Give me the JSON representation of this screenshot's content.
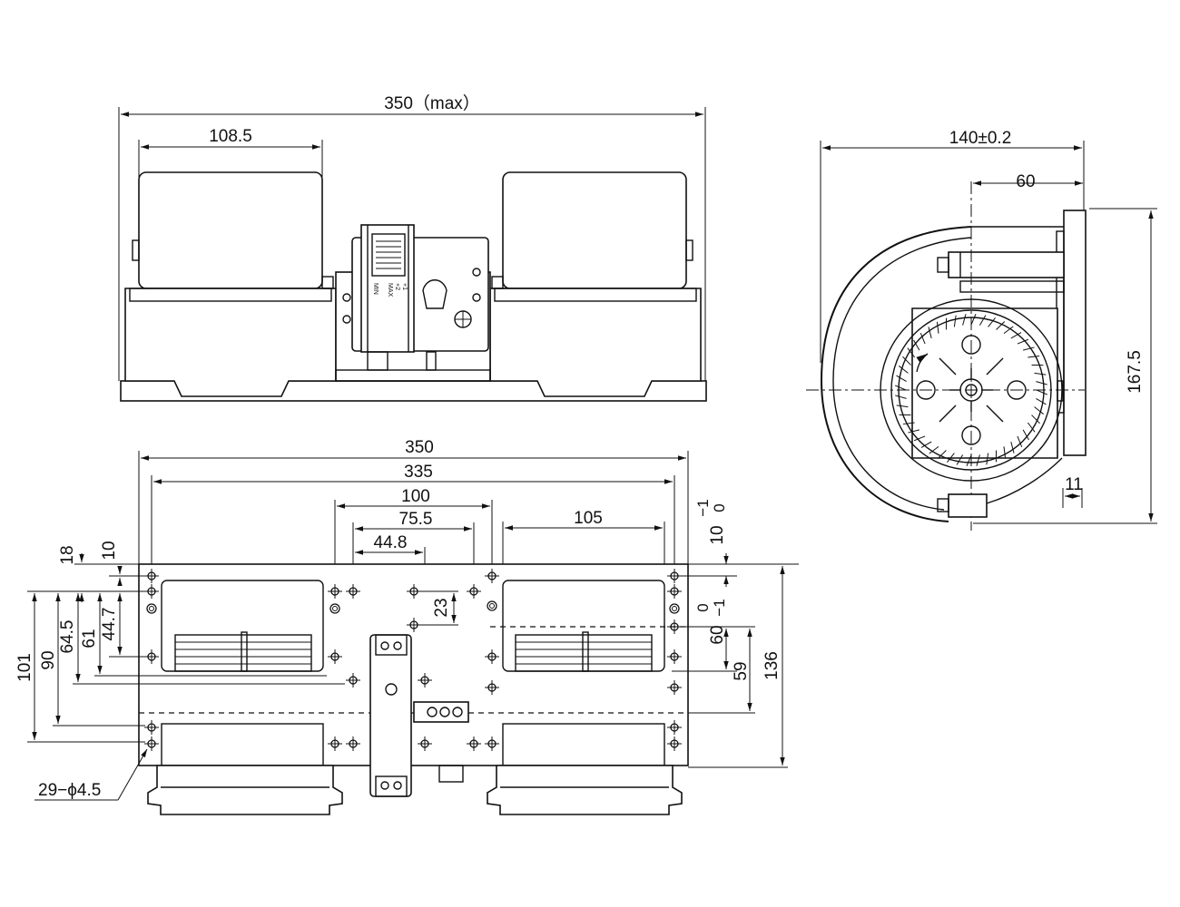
{
  "top_view": {
    "overall_width": "350（max）",
    "housing_width": "108.5",
    "motor_label_text": "MAX\n+2\n+1\nMIN"
  },
  "side_view": {
    "width": "140±0.2",
    "offset": "60",
    "height": "167.5",
    "flange": "11"
  },
  "bottom_view": {
    "overall": "350",
    "hole_pitch_outer": "335",
    "center_span": "100",
    "span_75": "75.5",
    "span_44": "44.8",
    "housing_span": "105",
    "tol_10": "10",
    "tol_10_sup": "−1",
    "tol_10_sub": "0",
    "dim_18": "18",
    "dim_10": "10",
    "dim_23": "23",
    "dim_101": "101",
    "dim_90": "90",
    "dim_64": "64.5",
    "dim_61": "61",
    "dim_44": "44.7",
    "dim_60": "60",
    "dim_60_sup": "0",
    "dim_60_sub": "−1",
    "dim_59": "59",
    "dim_136": "136",
    "holes_note": "29−ϕ4.5"
  }
}
